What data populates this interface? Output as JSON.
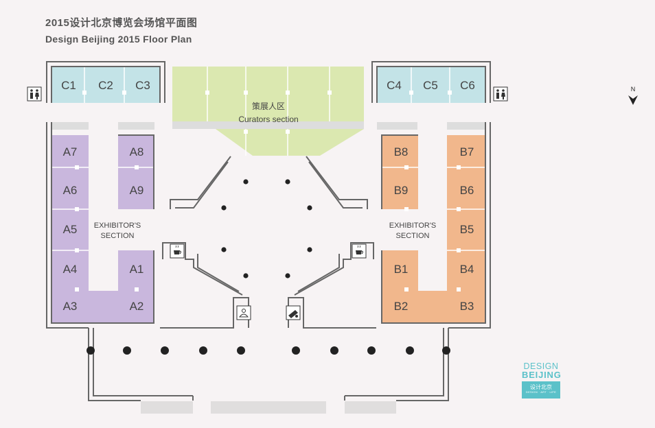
{
  "header": {
    "title_cn": "2015设计北京博览会场馆平面图",
    "title_en": "Design Beijing 2015 Floor Plan"
  },
  "colors": {
    "c_zone": "#c3e3e7",
    "curators": "#dbe8b0",
    "a_zone": "#c9b7dd",
    "b_zone": "#f1b78c",
    "wall": "#666666",
    "grey_strip": "#dddddd",
    "logo": "#5bc1c9"
  },
  "zones": {
    "c_booths": [
      "C1",
      "C2",
      "C3",
      "C4",
      "C5",
      "C6"
    ],
    "curators_cn": "策展人区",
    "curators_en": "Curators section",
    "a_left": [
      "A7",
      "A6",
      "A5",
      "A4",
      "A3"
    ],
    "a_right": [
      "A8",
      "A9",
      "A1",
      "A2"
    ],
    "b_left": [
      "B8",
      "B9",
      "B1",
      "B2"
    ],
    "b_right": [
      "B7",
      "B6",
      "B5",
      "B4",
      "B3"
    ],
    "exhibitor_line1": "EXHIBITOR'S",
    "exhibitor_line2": "SECTION"
  },
  "icons": {
    "north": "N",
    "restroom_left": "restroom-icon",
    "restroom_right": "restroom-icon",
    "cafe_left": "coffee-cup-icon",
    "cafe_right": "coffee-cup-icon",
    "info": "person-info-icon",
    "ticket": "ticket-icon"
  },
  "logo": {
    "line1": "DESIGN",
    "line2": "BEIJING",
    "cn": "设计北京",
    "tagline": "DESIGN · ART · LIFE"
  }
}
